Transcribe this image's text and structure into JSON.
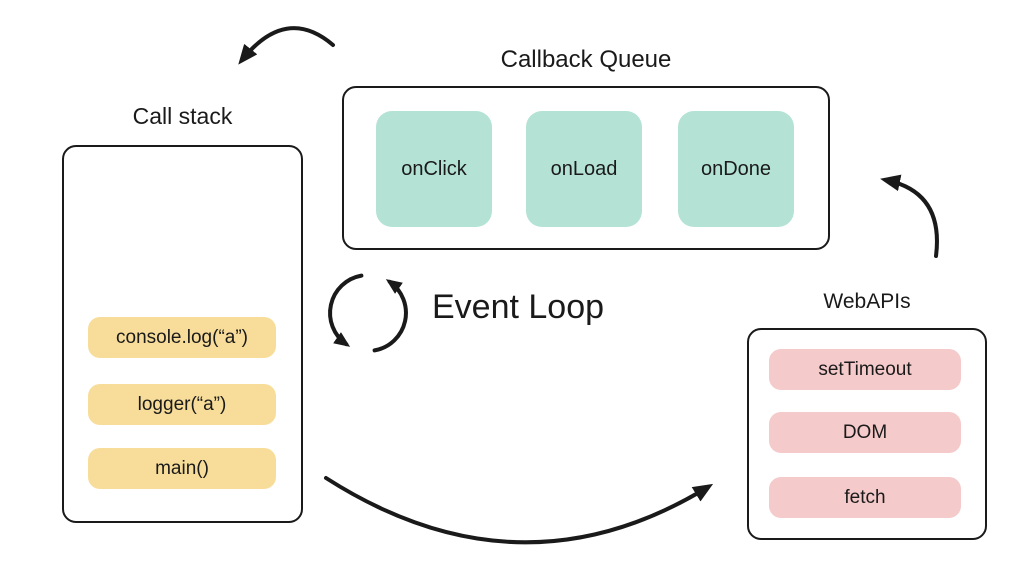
{
  "colors": {
    "ink": "#1a1a1a",
    "canvas-bg": "#ffffff",
    "callback-card-bg": "#b4e3d6",
    "stack-item-bg": "#f7dd99",
    "webapi-item-bg": "#f5caca"
  },
  "callback_queue": {
    "title": "Callback Queue",
    "items": [
      "onClick",
      "onLoad",
      "onDone"
    ]
  },
  "call_stack": {
    "title": "Call stack",
    "items": [
      "console.log(“a”)",
      "logger(“a”)",
      "main()"
    ]
  },
  "web_apis": {
    "title": "WebAPIs",
    "items": [
      "setTimeout",
      "DOM",
      "fetch"
    ]
  },
  "event_loop": {
    "label": "Event Loop"
  }
}
